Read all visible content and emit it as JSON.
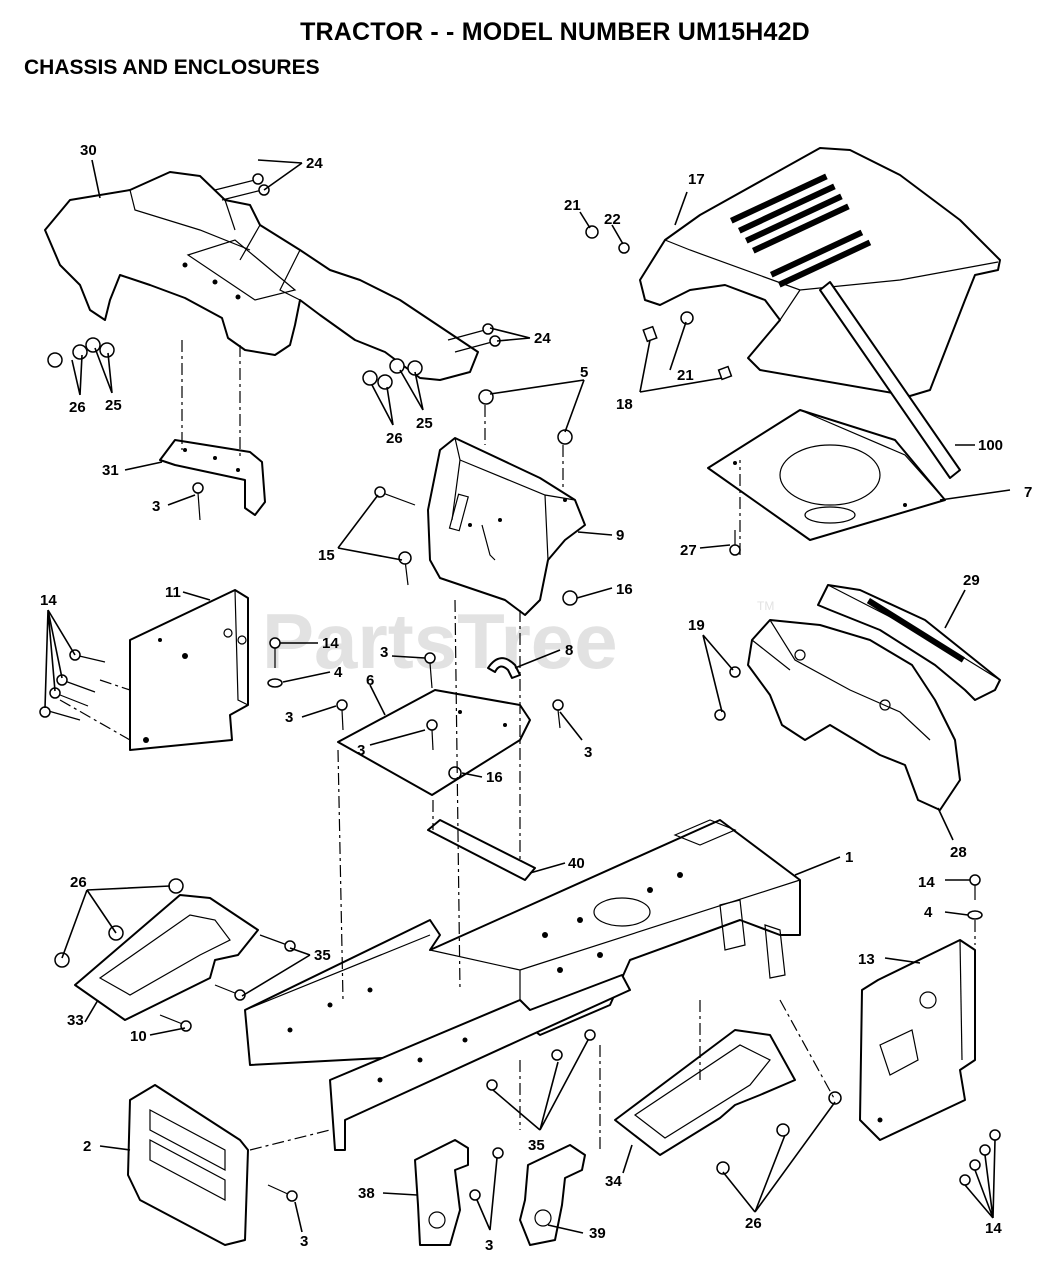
{
  "title": "TRACTOR - - MODEL NUMBER UM15H42D",
  "subtitle": "CHASSIS AND ENCLOSURES",
  "watermark": "PartsTree",
  "watermark_tm": "TM",
  "callouts": {
    "c30": "30",
    "c24a": "24",
    "c24b": "24",
    "c26a": "26",
    "c25a": "25",
    "c26b": "26",
    "c25b": "25",
    "c31": "31",
    "c3a": "3",
    "c15": "15",
    "c5": "5",
    "c9": "9",
    "c16a": "16",
    "c21a": "21",
    "c22": "22",
    "c17": "17",
    "c21b": "21",
    "c18": "18",
    "c100": "100",
    "c7": "7",
    "c27": "27",
    "c14a": "14",
    "c11": "11",
    "c14b": "14",
    "c4a": "4",
    "c3b": "3",
    "c8": "8",
    "c6": "6",
    "c3c": "3",
    "c3d": "3",
    "c3e": "3",
    "c16b": "16",
    "c29": "29",
    "c19": "19",
    "c28": "28",
    "c40": "40",
    "c1": "1",
    "c26c": "26",
    "c35a": "35",
    "c33": "33",
    "c10": "10",
    "c14c": "14",
    "c4b": "4",
    "c13": "13",
    "c2": "2",
    "c3f": "3",
    "c35b": "35",
    "c38": "38",
    "c3g": "3",
    "c39": "39",
    "c34": "34",
    "c26d": "26",
    "c14d": "14"
  }
}
